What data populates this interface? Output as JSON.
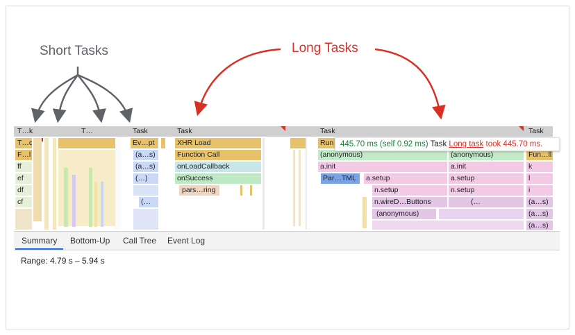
{
  "annotations": {
    "short_tasks": "Short Tasks",
    "long_tasks": "Long Tasks"
  },
  "colors": {
    "annotation_gray": "#5f6368",
    "annotation_red": "#d93025",
    "task_bar": "#cfcfcf",
    "long_task_marker": "#d93025",
    "event_gold": "#e8c26a",
    "function_blue": "#c8d8f5",
    "callback_teal": "#c7e6ea",
    "success_green": "#bfe8c4",
    "parse_peach": "#f2d5bf",
    "anon_green": "#c4ebc9",
    "pink": "#f3c9e6",
    "purple_pink": "#e3c5e6",
    "parse_html_blue": "#7aa3e3"
  },
  "flame": {
    "col0": [
      "T…k",
      "T…d",
      "F…l",
      "ff",
      "ef",
      "df",
      "cf"
    ],
    "col0b": "T…",
    "col1": [
      "Task",
      "Ev…pt",
      "(a…s)",
      "(a…s)",
      "(…)",
      "(…"
    ],
    "col2": [
      "Task",
      "XHR Load",
      "Function Call",
      "onLoadCallback",
      "onSuccess",
      "pars…ring"
    ],
    "col3": {
      "task": "Task",
      "run": "Run",
      "anon1": "(anonymous)",
      "anon2": "(anonymous)",
      "ainit1": "a.init",
      "ainit2": "a.init",
      "parse_html": "Par…TML",
      "asetup1": "a.setup",
      "asetup2": "a.setup",
      "nsetup1": "n.setup",
      "nsetup2": "n.setup",
      "nwire": "n.wireD…Buttons",
      "paren": "(…",
      "anon3": "(anonymous)"
    },
    "col4": [
      "Task",
      "Fun…ll",
      "k",
      "l",
      "i",
      "(a…s)",
      "(a…s)",
      "(a…s)"
    ]
  },
  "tooltip": {
    "ms": "445.70 ms (self 0.92 ms)",
    "task": "Task",
    "link": "Long task",
    "took": "took 445.70 ms."
  },
  "tabs": [
    "Summary",
    "Bottom-Up",
    "Call Tree",
    "Event Log"
  ],
  "range": "Range: 4.79 s – 5.94 s"
}
